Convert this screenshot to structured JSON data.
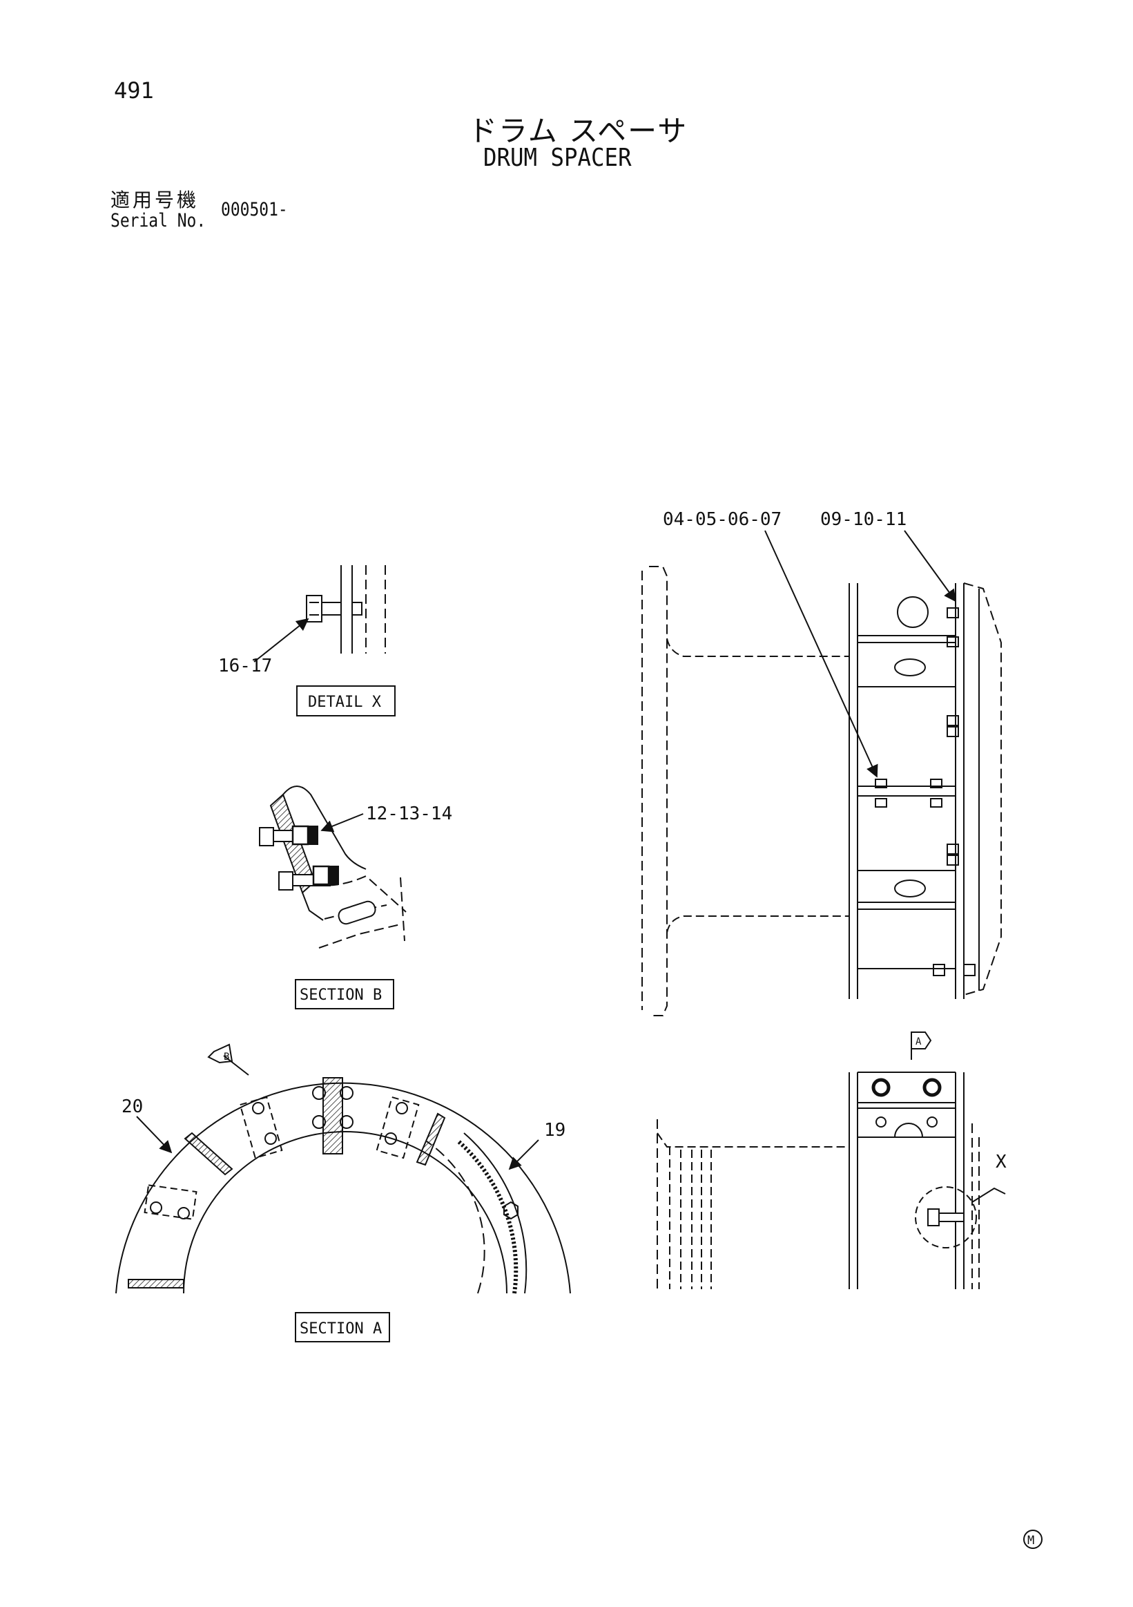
{
  "page": {
    "number": "491",
    "title_jp": "ドラム スペーサ",
    "title_en": "DRUM SPACER",
    "serial_label_jp": "適用号機",
    "serial_label_en": "Serial No.",
    "serial_value": "000501-"
  },
  "callouts": {
    "c_04_07": "04-05-06-07",
    "c_09_11": "09-10-11",
    "c_16_17": "16-17",
    "c_12_14": "12-13-14",
    "c_20": "20",
    "c_19": "19",
    "c_x": "X"
  },
  "views": {
    "detail_x": "DETAIL X",
    "section_b": "SECTION B",
    "section_a": "SECTION A",
    "view_a_flag": "A",
    "view_b_flag": "B"
  },
  "mark": "M"
}
